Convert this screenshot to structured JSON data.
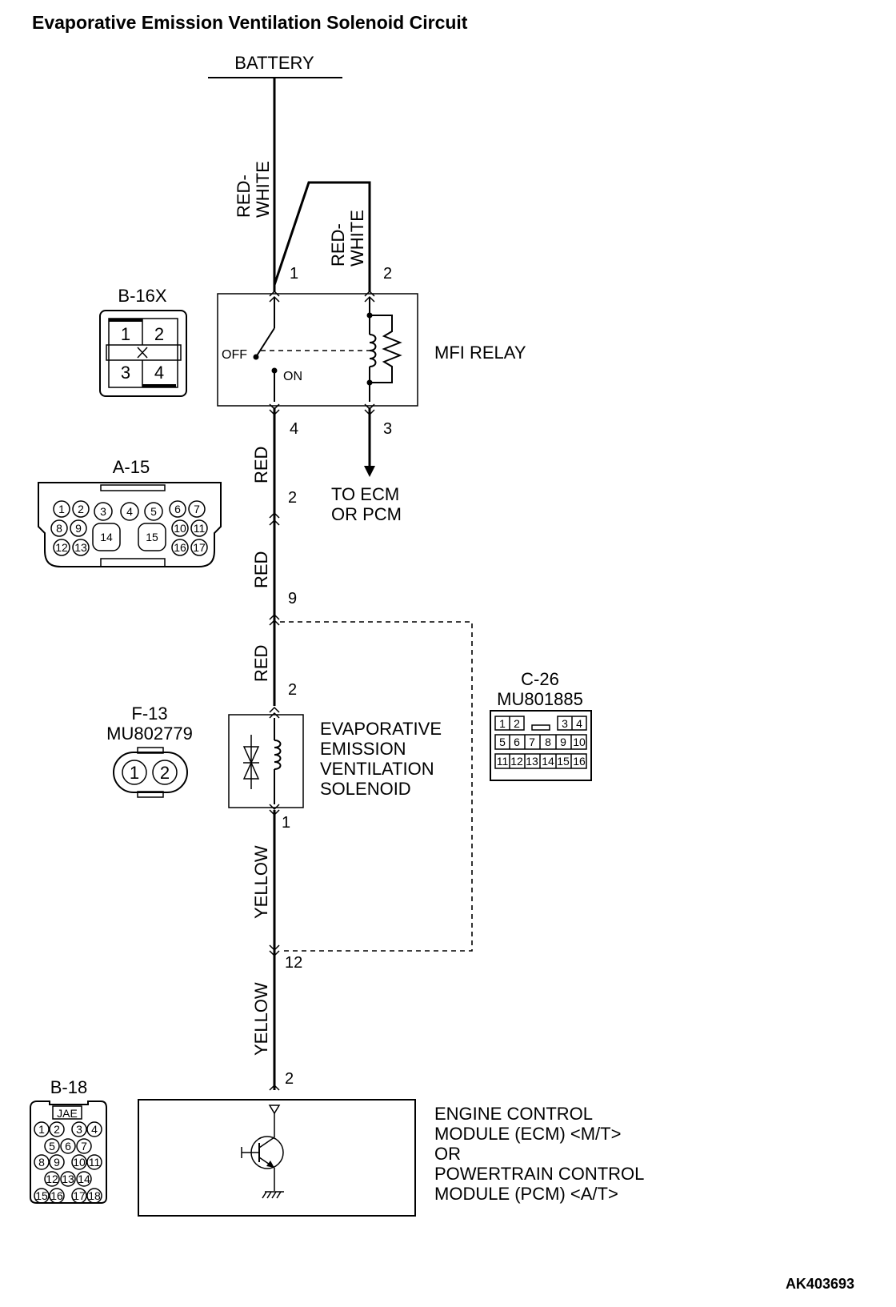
{
  "title": "Evaporative Emission Ventilation Solenoid Circuit",
  "battery": {
    "label": "BATTERY"
  },
  "wires": {
    "w1": "RED-\nWHITE",
    "w2": "RED-\nWHITE",
    "w3": "RED",
    "w4": "RED",
    "w5": "RED",
    "w6": "YELLOW",
    "w7": "YELLOW"
  },
  "relay": {
    "label": "MFI RELAY",
    "off_label": "OFF",
    "on_label": "ON",
    "pins": {
      "p1": "1",
      "p2": "2",
      "p3": "3",
      "p4": "4"
    }
  },
  "to_ecm": {
    "line1": "TO ECM",
    "line2": "OR PCM"
  },
  "pins": {
    "a15_2": "2",
    "a15_9": "9",
    "sol_2": "2",
    "sol_1": "1",
    "c26_12": "12",
    "ecm_2": "2"
  },
  "solenoid": {
    "line1": "EVAPORATIVE",
    "line2": "EMISSION",
    "line3": "VENTILATION",
    "line4": "SOLENOID"
  },
  "ecm": {
    "line1": "ENGINE CONTROL",
    "line2": "MODULE (ECM) <M/T>",
    "line3": "OR",
    "line4": "POWERTRAIN CONTROL",
    "line5": "MODULE (PCM) <A/T>"
  },
  "connectors": {
    "b16x": {
      "id": "B-16X",
      "cells": [
        "1",
        "2",
        "3",
        "4"
      ]
    },
    "a15": {
      "id": "A-15",
      "cells": [
        "1",
        "2",
        "3",
        "4",
        "5",
        "6",
        "7",
        "8",
        "9",
        "10",
        "11",
        "12",
        "13",
        "14",
        "15",
        "16",
        "17"
      ]
    },
    "f13": {
      "id": "F-13",
      "part": "MU802779",
      "cells": [
        "1",
        "2"
      ]
    },
    "c26": {
      "id": "C-26",
      "part": "MU801885",
      "cells": [
        "1",
        "2",
        "3",
        "4",
        "5",
        "6",
        "7",
        "8",
        "9",
        "10",
        "11",
        "12",
        "13",
        "14",
        "15",
        "16"
      ]
    },
    "b18": {
      "id": "B-18",
      "tag": "JAE",
      "cells": [
        "1",
        "2",
        "3",
        "4",
        "5",
        "6",
        "7",
        "8",
        "9",
        "10",
        "11",
        "12",
        "13",
        "14",
        "15",
        "16",
        "17",
        "18"
      ]
    }
  },
  "figure_code": "AK403693"
}
